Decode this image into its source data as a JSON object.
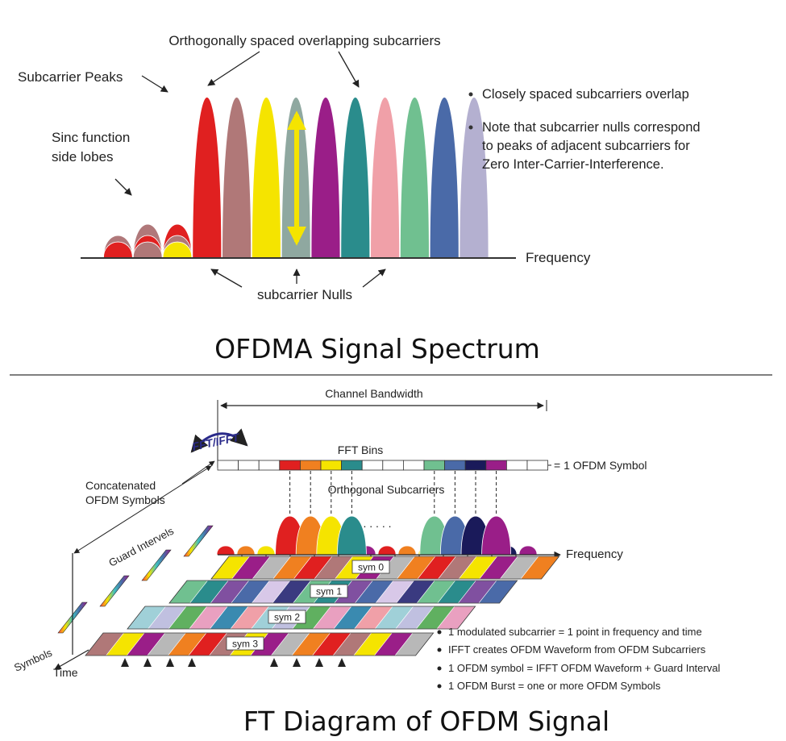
{
  "top_figure": {
    "overlap_label": "Orthogonally spaced overlapping subcarriers",
    "peaks_label": "Subcarrier Peaks",
    "sidelobe_label_line1": "Sinc function",
    "sidelobe_label_line2": "side lobes",
    "nulls_label": "subcarrier Nulls",
    "frequency_label": "Frequency",
    "bullets": [
      {
        "lines": [
          "Closely spaced subcarriers overlap"
        ]
      },
      {
        "lines": [
          "Note that subcarrier nulls correspond",
          "to peaks of adjacent subcarriers for",
          "Zero Inter-Carrier-Interference."
        ]
      }
    ],
    "subcarrier_colors": [
      "#b0787a",
      "#e02020",
      "#b07878",
      "#f5e400",
      "#8fa8a0",
      "#9a1e88",
      "#2a8c8c",
      "#f0a0a8",
      "#70c090",
      "#4a6aa8",
      "#b4b0d0"
    ],
    "caption": "OFDMA Signal Spectrum"
  },
  "bottom_figure": {
    "bandwidth_label": "Channel Bandwidth",
    "fft_label": "FFT/IFFT",
    "fft_bins_label": "FFT Bins",
    "symbol_eq_label": "= 1 OFDM Symbol",
    "concat_label_line1": "Concatenated",
    "concat_label_line2": "OFDM Symbols",
    "orthogonal_label": "Orthogonal Subcarriers",
    "guard_label": "Guard Intervels",
    "frequency_label": "Frequency",
    "symbols_label": "Symbols",
    "time_label": "Time",
    "sym_labels": [
      "sym 0",
      "sym 1",
      "sym 2",
      "sym 3"
    ],
    "dots": ". . . . .",
    "bullets": [
      "1 modulated subcarrier = 1 point in frequency and time",
      "IFFT creates OFDM Waveform from OFDM Subcarriers",
      "1 OFDM symbol = IFFT OFDM Waveform + Guard Interval",
      "1 OFDM Burst = one or more OFDM Symbols"
    ],
    "bin_colors": [
      "#ffffff",
      "#ffffff",
      "#ffffff",
      "#e02020",
      "#f08020",
      "#f5e400",
      "#2a8c8c",
      "#ffffff",
      "#ffffff",
      "#ffffff",
      "#70c090",
      "#4a6aa8",
      "#1a1a5a",
      "#9a1e88",
      "#ffffff",
      "#ffffff"
    ],
    "caption": "FT Diagram of OFDM Signal"
  }
}
